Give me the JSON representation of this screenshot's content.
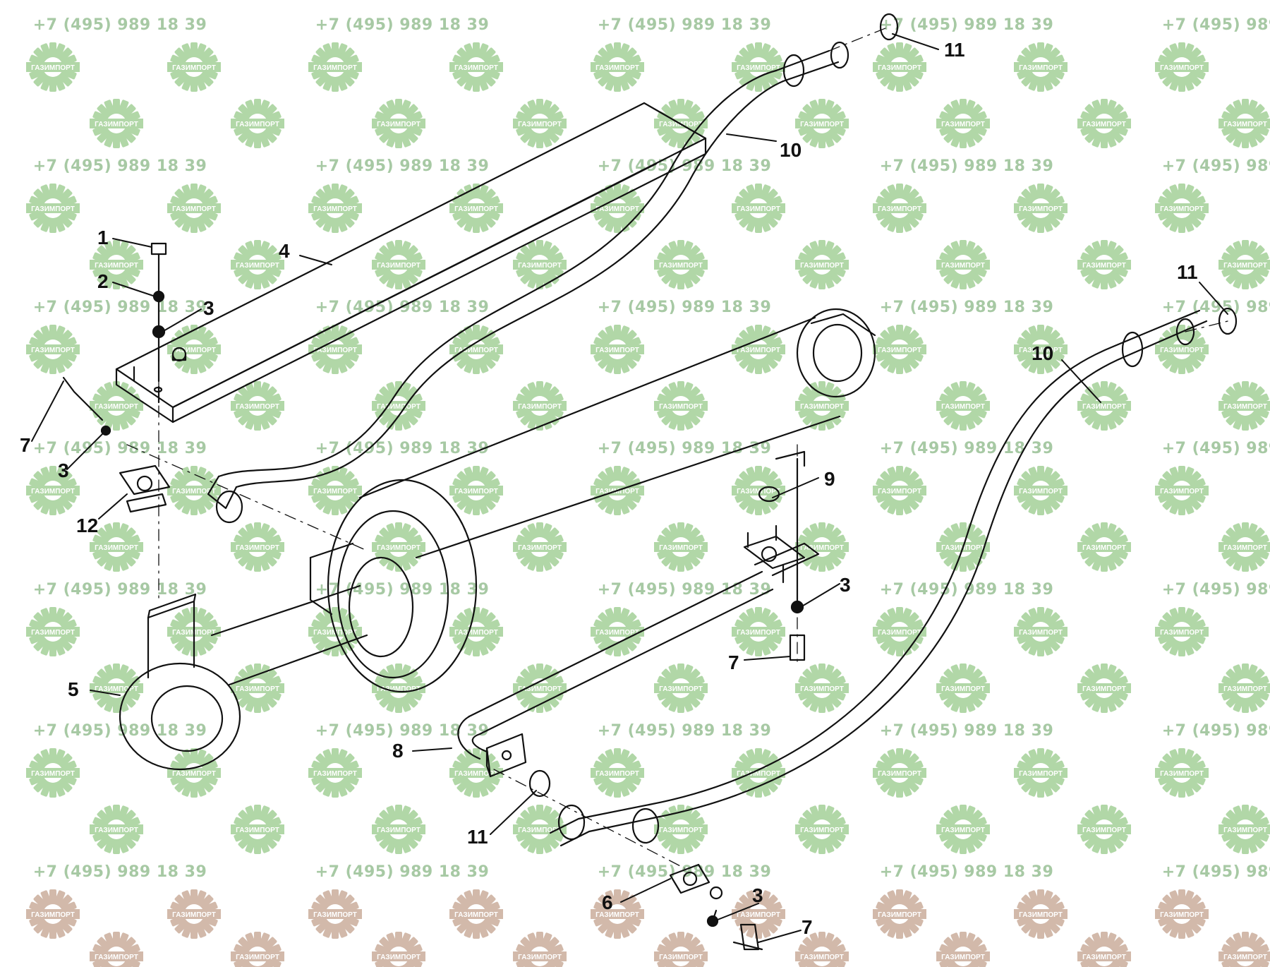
{
  "watermark": {
    "phone": "+7 (495) 989 18 39",
    "brand": "ГАЗИМПОРТ",
    "icon": "gear-icon",
    "colors": {
      "phone": "#9ec39a",
      "logo_green": "#a9d39d",
      "logo_brown": "#cdb2a1",
      "logo_text": "#ffffff"
    }
  },
  "callouts": [
    {
      "id": "1",
      "label": "1"
    },
    {
      "id": "2",
      "label": "2"
    },
    {
      "id": "3a",
      "label": "3"
    },
    {
      "id": "4",
      "label": "4"
    },
    {
      "id": "7a",
      "label": "7"
    },
    {
      "id": "3b",
      "label": "3"
    },
    {
      "id": "12",
      "label": "12"
    },
    {
      "id": "5",
      "label": "5"
    },
    {
      "id": "10a",
      "label": "10"
    },
    {
      "id": "11a",
      "label": "11"
    },
    {
      "id": "9",
      "label": "9"
    },
    {
      "id": "3c",
      "label": "3"
    },
    {
      "id": "7b",
      "label": "7"
    },
    {
      "id": "8",
      "label": "8"
    },
    {
      "id": "11b",
      "label": "11"
    },
    {
      "id": "6",
      "label": "6"
    },
    {
      "id": "3d",
      "label": "3"
    },
    {
      "id": "7c",
      "label": "7"
    },
    {
      "id": "11c",
      "label": "11"
    },
    {
      "id": "10b",
      "label": "10"
    }
  ],
  "colors": {
    "line": "#111111",
    "background": "#ffffff"
  }
}
